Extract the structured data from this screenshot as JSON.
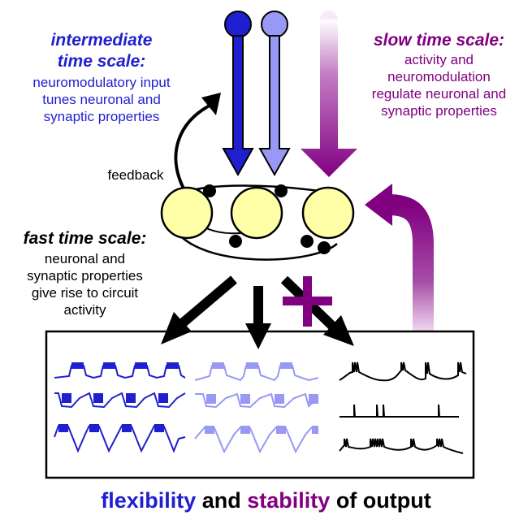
{
  "colors": {
    "blue": "#1f1fd0",
    "light_blue": "#9898f5",
    "purple": "#800080",
    "neuron_fill": "#ffffa8",
    "black": "#000000"
  },
  "intermediate": {
    "title_line1": "intermediate",
    "title_line2": "time scale:",
    "body_line1": "neuromodulatory input",
    "body_line2": "tunes neuronal and",
    "body_line3": "synaptic properties"
  },
  "slow": {
    "title": "slow time scale:",
    "body_line1": "activity and",
    "body_line2": "neuromodulation",
    "body_line3": "regulate neuronal and",
    "body_line4": "synaptic properties"
  },
  "feedback_label": "feedback",
  "fast": {
    "title": "fast time scale:",
    "body_line1": "neuronal and",
    "body_line2": "synaptic properties",
    "body_line3": "give rise to circuit",
    "body_line4": "activity"
  },
  "plus_sign": "+",
  "footer": {
    "word1": "flexibility",
    "word2": " and ",
    "word3": "stability",
    "word4": " of output"
  },
  "icons": [
    "neuromodulator-input-arrow-icon",
    "neuron-icon",
    "synapse-icon",
    "spike-trace-icon"
  ]
}
